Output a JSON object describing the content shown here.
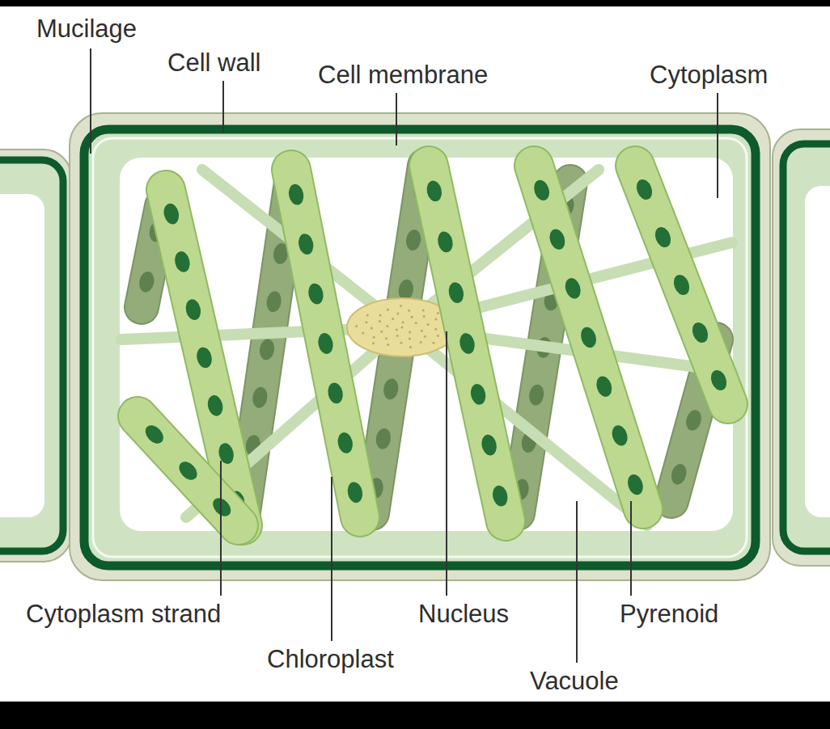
{
  "diagram": {
    "labels": [
      "Mucilage",
      "Cell wall",
      "Cell membrane",
      "Cytoplasm",
      "Cytoplasm strand",
      "Chloroplast",
      "Nucleus",
      "Pyrenoid",
      "Vacuole"
    ]
  }
}
